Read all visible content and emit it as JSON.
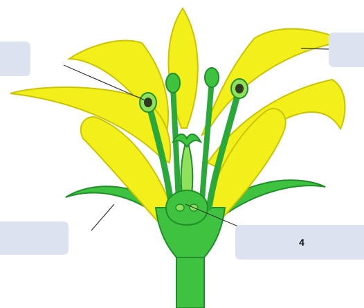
{
  "labels": [
    {
      "id": "1",
      "text": ""
    },
    {
      "id": "2",
      "text": ""
    },
    {
      "id": "3",
      "text": ""
    },
    {
      "id": "4",
      "text": "4"
    }
  ],
  "colors": {
    "petal_yellow": "#f3ef1a",
    "petal_shade": "#c9c400",
    "green_main": "#3fc23f",
    "green_dark": "#1f8f2a",
    "green_light": "#8fe05a",
    "label_fill": "#dde2f1"
  }
}
